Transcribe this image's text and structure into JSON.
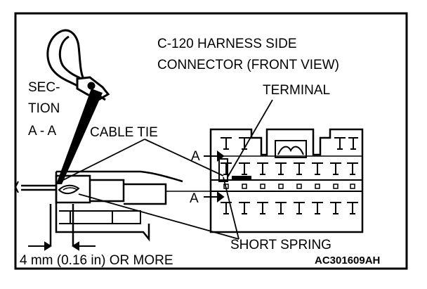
{
  "labels": {
    "connector_title_line1": "C-120 HARNESS SIDE",
    "connector_title_line2": "CONNECTOR (FRONT VIEW)",
    "terminal": "TERMINAL",
    "section_line1": "SEC-",
    "section_line2": "TION",
    "section_line3": "A - A",
    "cable_tie": "CABLE TIE",
    "section_mark_upper": "A",
    "section_mark_lower": "A",
    "short_spring": "SHORT SPRING",
    "dimension": "4 mm (0.16 in) OR MORE",
    "figure_code": "AC301609AH"
  },
  "colors": {
    "ink": "#000000",
    "paper": "#ffffff"
  }
}
